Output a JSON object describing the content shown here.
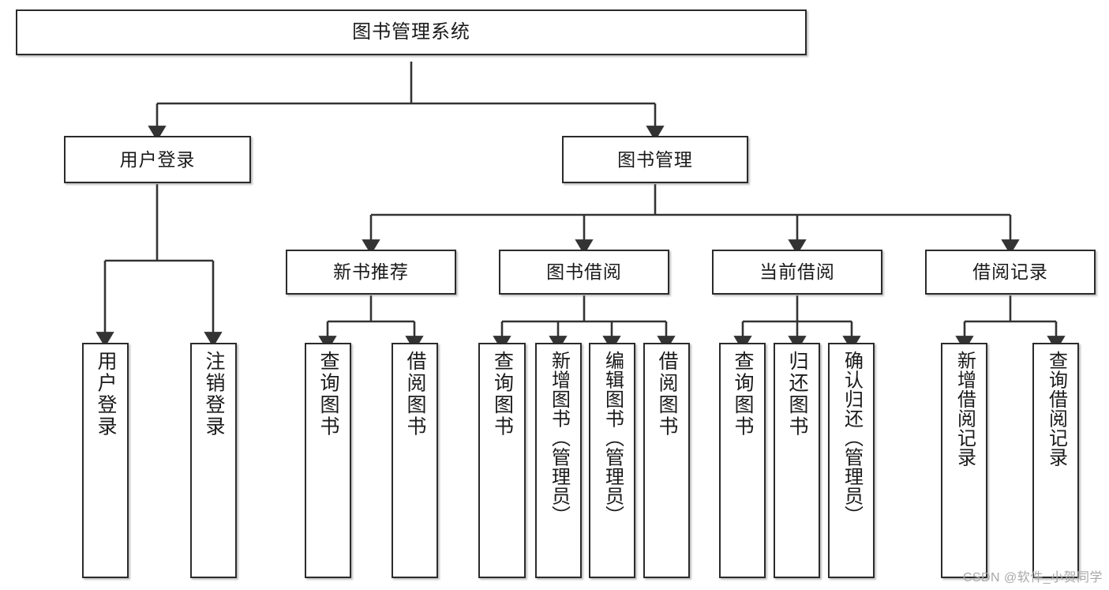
{
  "diagram": {
    "title": "图书管理系统",
    "watermark": "CSDN @软件_小贺同学",
    "colors": {
      "box_border": "#2b2b2b",
      "box_fill": "#ffffff",
      "edge": "#333333",
      "text": "#1a1a1a",
      "watermark": "#a8a8a8",
      "background": "#ffffff"
    },
    "levels": {
      "root": "图书管理系统",
      "level2": [
        "用户登录",
        "图书管理"
      ],
      "level3": [
        "新书推荐",
        "图书借阅",
        "当前借阅",
        "借阅记录"
      ]
    },
    "nodes": {
      "root": {
        "label": "图书管理系统"
      },
      "user_login": {
        "label": "用户登录"
      },
      "book_manage": {
        "label": "图书管理"
      },
      "new_book_rec": {
        "label": "新书推荐"
      },
      "book_borrow": {
        "label": "图书借阅"
      },
      "current_borrow": {
        "label": "当前借阅"
      },
      "borrow_record": {
        "label": "借阅记录"
      },
      "leaf_user_login": {
        "label": "用户登录"
      },
      "leaf_logout": {
        "label": "注销登录"
      },
      "leaf_query_book_1": {
        "label": "查询图书"
      },
      "leaf_borrow_book_1": {
        "label": "借阅图书"
      },
      "leaf_query_book_2": {
        "label": "查询图书"
      },
      "leaf_add_book": {
        "label": "新增图书（管理员）"
      },
      "leaf_edit_book": {
        "label": "编辑图书（管理员）"
      },
      "leaf_borrow_book_2": {
        "label": "借阅图书"
      },
      "leaf_query_book_3": {
        "label": "查询图书"
      },
      "leaf_return_book": {
        "label": "归还图书"
      },
      "leaf_confirm_return": {
        "label": "确认归还（管理员）"
      },
      "leaf_add_record": {
        "label": "新增借阅记录"
      },
      "leaf_query_record": {
        "label": "查询借阅记录"
      }
    },
    "tree": {
      "root": "图书管理系统",
      "children": [
        {
          "label": "用户登录",
          "children": [
            {
              "label": "用户登录"
            },
            {
              "label": "注销登录"
            }
          ]
        },
        {
          "label": "图书管理",
          "children": [
            {
              "label": "新书推荐",
              "children": [
                {
                  "label": "查询图书"
                },
                {
                  "label": "借阅图书"
                }
              ]
            },
            {
              "label": "图书借阅",
              "children": [
                {
                  "label": "查询图书"
                },
                {
                  "label": "新增图书（管理员）"
                },
                {
                  "label": "编辑图书（管理员）"
                },
                {
                  "label": "借阅图书"
                }
              ]
            },
            {
              "label": "当前借阅",
              "children": [
                {
                  "label": "查询图书"
                },
                {
                  "label": "归还图书"
                },
                {
                  "label": "确认归还（管理员）"
                }
              ]
            },
            {
              "label": "借阅记录",
              "children": [
                {
                  "label": "新增借阅记录"
                },
                {
                  "label": "查询借阅记录"
                }
              ]
            }
          ]
        }
      ]
    }
  }
}
